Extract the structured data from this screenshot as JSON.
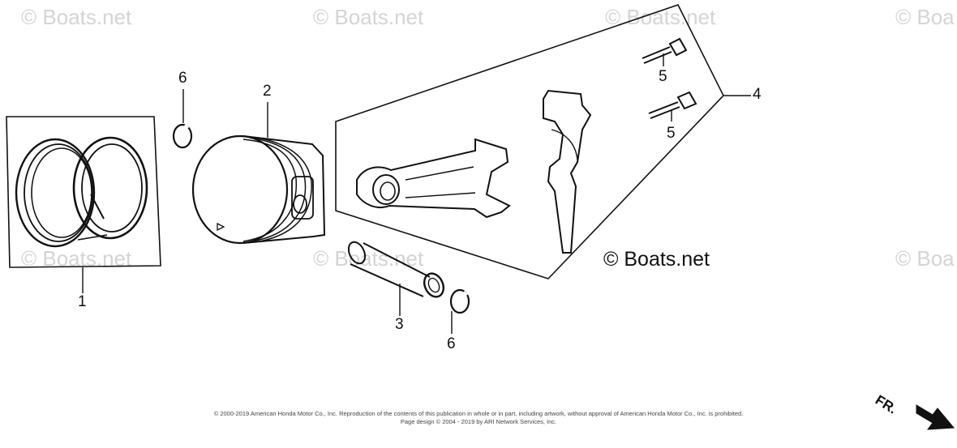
{
  "watermark": {
    "text": "© Boats.net",
    "partial_text": "© Boa"
  },
  "brand_label": "© Boats.net",
  "callouts": {
    "piston_rings": "1",
    "piston": "2",
    "piston_pin": "3",
    "connecting_rod_assy": "4",
    "bolt_top": "5",
    "bolt_lower": "5",
    "clip_top": "6",
    "clip_bottom": "6"
  },
  "copyright": {
    "line1": "© 2000-2019 American Honda Motor Co., Inc. Reproduction of the contents of this publication in whole or in part, including artwork, without approval of American Honda Motor Co., Inc. is prohibited.",
    "line2": "Page design © 2004 - 2019 by ARI Network Services, Inc."
  },
  "direction": {
    "label": "FR."
  }
}
